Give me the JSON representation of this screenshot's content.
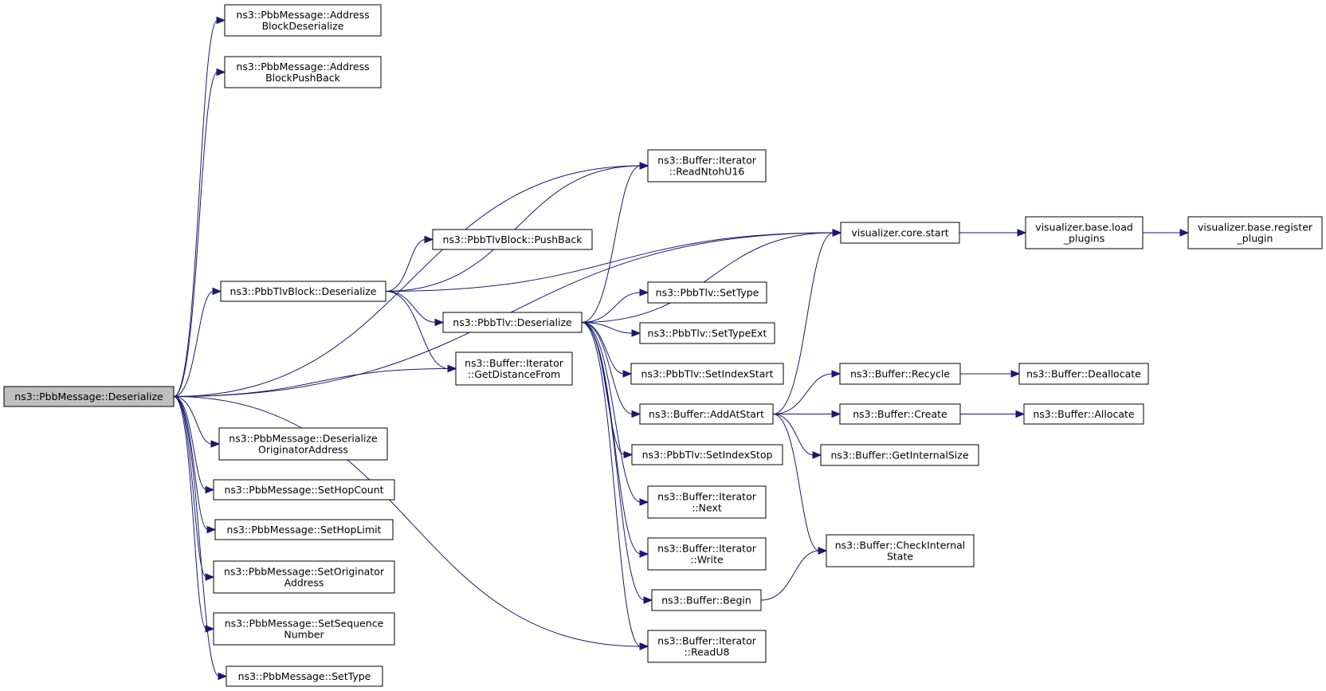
{
  "nodes": [
    {
      "id": "root",
      "lines": [
        "ns3::PbbMessage::Deserialize"
      ],
      "root": true
    },
    {
      "id": "abd",
      "lines": [
        "ns3::PbbMessage::Address",
        "BlockDeserialize"
      ]
    },
    {
      "id": "abp",
      "lines": [
        "ns3::PbbMessage::Address",
        "BlockPushBack"
      ]
    },
    {
      "id": "rn16",
      "lines": [
        "ns3::Buffer::Iterator",
        "::ReadNtohU16"
      ]
    },
    {
      "id": "tbpb",
      "lines": [
        "ns3::PbbTlvBlock::PushBack"
      ]
    },
    {
      "id": "vcs",
      "lines": [
        "visualizer.core.start"
      ]
    },
    {
      "id": "vbl",
      "lines": [
        "visualizer.base.load",
        "_plugins"
      ]
    },
    {
      "id": "vbr",
      "lines": [
        "visualizer.base.register",
        "_plugin"
      ]
    },
    {
      "id": "tbd",
      "lines": [
        "ns3::PbbTlvBlock::Deserialize"
      ]
    },
    {
      "id": "tlvd",
      "lines": [
        "ns3::PbbTlv::Deserialize"
      ]
    },
    {
      "id": "st",
      "lines": [
        "ns3::PbbTlv::SetType"
      ]
    },
    {
      "id": "ste",
      "lines": [
        "ns3::PbbTlv::SetTypeExt"
      ]
    },
    {
      "id": "gdf",
      "lines": [
        "ns3::Buffer::Iterator",
        "::GetDistanceFrom"
      ]
    },
    {
      "id": "sis",
      "lines": [
        "ns3::PbbTlv::SetIndexStart"
      ]
    },
    {
      "id": "rec",
      "lines": [
        "ns3::Buffer::Recycle"
      ]
    },
    {
      "id": "dea",
      "lines": [
        "ns3::Buffer::Deallocate"
      ]
    },
    {
      "id": "aas",
      "lines": [
        "ns3::Buffer::AddAtStart"
      ]
    },
    {
      "id": "cre",
      "lines": [
        "ns3::Buffer::Create"
      ]
    },
    {
      "id": "all",
      "lines": [
        "ns3::Buffer::Allocate"
      ]
    },
    {
      "id": "doa",
      "lines": [
        "ns3::PbbMessage::Deserialize",
        "OriginatorAddress"
      ]
    },
    {
      "id": "sist",
      "lines": [
        "ns3::PbbTlv::SetIndexStop"
      ]
    },
    {
      "id": "gis",
      "lines": [
        "ns3::Buffer::GetInternalSize"
      ]
    },
    {
      "id": "shc",
      "lines": [
        "ns3::PbbMessage::SetHopCount"
      ]
    },
    {
      "id": "nxt",
      "lines": [
        "ns3::Buffer::Iterator",
        "::Next"
      ]
    },
    {
      "id": "shl",
      "lines": [
        "ns3::PbbMessage::SetHopLimit"
      ]
    },
    {
      "id": "wri",
      "lines": [
        "ns3::Buffer::Iterator",
        "::Write"
      ]
    },
    {
      "id": "cis",
      "lines": [
        "ns3::Buffer::CheckInternal",
        "State"
      ]
    },
    {
      "id": "soa",
      "lines": [
        "ns3::PbbMessage::SetOriginator",
        "Address"
      ]
    },
    {
      "id": "beg",
      "lines": [
        "ns3::Buffer::Begin"
      ]
    },
    {
      "id": "ssn",
      "lines": [
        "ns3::PbbMessage::SetSequence",
        "Number"
      ]
    },
    {
      "id": "ru8",
      "lines": [
        "ns3::Buffer::Iterator",
        "::ReadU8"
      ]
    },
    {
      "id": "sty",
      "lines": [
        "ns3::PbbMessage::SetType"
      ]
    }
  ],
  "edges": [
    [
      "root",
      "abd"
    ],
    [
      "root",
      "abp"
    ],
    [
      "root",
      "rn16"
    ],
    [
      "root",
      "vcs"
    ],
    [
      "root",
      "tbd"
    ],
    [
      "root",
      "gdf"
    ],
    [
      "root",
      "doa"
    ],
    [
      "root",
      "shc"
    ],
    [
      "root",
      "shl"
    ],
    [
      "root",
      "soa"
    ],
    [
      "root",
      "ssn"
    ],
    [
      "root",
      "ru8"
    ],
    [
      "root",
      "sty"
    ],
    [
      "tbd",
      "rn16"
    ],
    [
      "tbd",
      "tbpb"
    ],
    [
      "tbd",
      "vcs"
    ],
    [
      "tbd",
      "tlvd"
    ],
    [
      "tbd",
      "gdf"
    ],
    [
      "tlvd",
      "rn16"
    ],
    [
      "tlvd",
      "vcs"
    ],
    [
      "tlvd",
      "st"
    ],
    [
      "tlvd",
      "ste"
    ],
    [
      "tlvd",
      "sis"
    ],
    [
      "tlvd",
      "aas"
    ],
    [
      "tlvd",
      "sist"
    ],
    [
      "tlvd",
      "nxt"
    ],
    [
      "tlvd",
      "wri"
    ],
    [
      "tlvd",
      "beg"
    ],
    [
      "tlvd",
      "ru8"
    ],
    [
      "vcs",
      "vbl"
    ],
    [
      "vbl",
      "vbr"
    ],
    [
      "aas",
      "vcs"
    ],
    [
      "aas",
      "rec"
    ],
    [
      "aas",
      "cre"
    ],
    [
      "aas",
      "gis"
    ],
    [
      "aas",
      "cis"
    ],
    [
      "rec",
      "dea"
    ],
    [
      "cre",
      "all"
    ],
    [
      "beg",
      "cis"
    ]
  ]
}
